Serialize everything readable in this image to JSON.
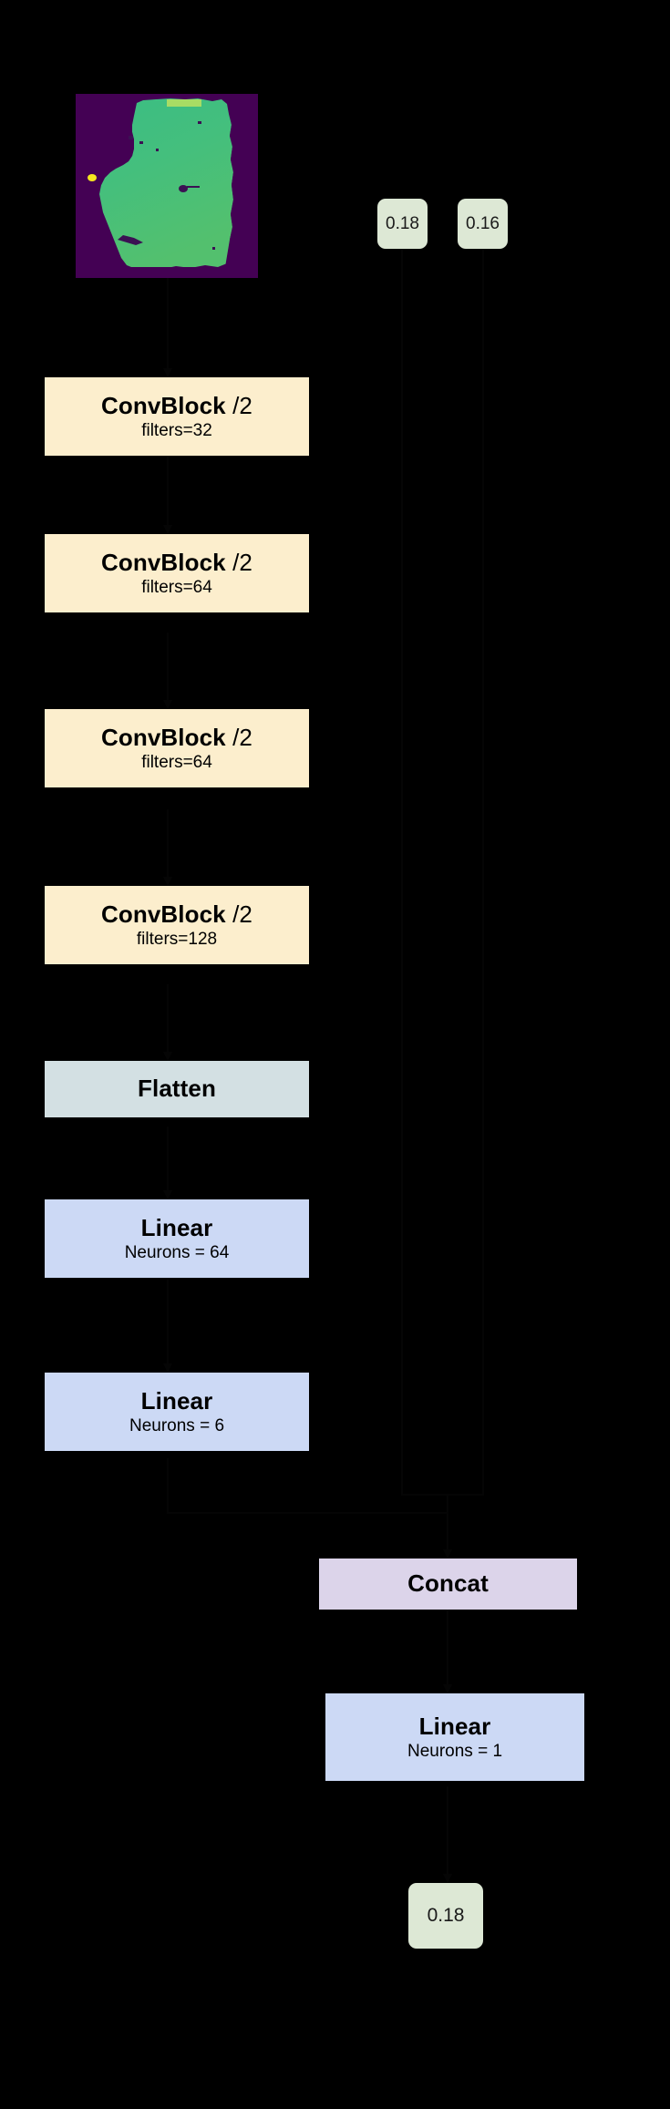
{
  "diagram": {
    "title": "CNN regression network with scalar feature concatenation",
    "background_color": "#000000",
    "colors": {
      "convblock": "#fceecd",
      "flatten": "#d3e0e3",
      "linear": "#ccd9f5",
      "concat": "#dcd4ea",
      "scalar_chip": "#dde8d5",
      "text": "#000000",
      "image_background": "#440154",
      "image_blob": "#3fb97e",
      "image_highlight": "#a8dc64",
      "image_accent": "#f5e61f"
    }
  },
  "input_image": {
    "name": "depth-map-input",
    "colormap": "viridis",
    "description": "viridis depth map of an irregular green object on a dark purple background"
  },
  "scalar_inputs": [
    {
      "name": "scalar-input-1",
      "value": "0.18"
    },
    {
      "name": "scalar-input-2",
      "value": "0.16"
    }
  ],
  "cnn_branch": [
    {
      "name": "convblock-1",
      "title": "ConvBlock",
      "stride": "/2",
      "subtitle": "filters=32",
      "type": "convblock"
    },
    {
      "name": "convblock-2",
      "title": "ConvBlock",
      "stride": "/2",
      "subtitle": "filters=64",
      "type": "convblock"
    },
    {
      "name": "convblock-3",
      "title": "ConvBlock",
      "stride": "/2",
      "subtitle": "filters=64",
      "type": "convblock"
    },
    {
      "name": "convblock-4",
      "title": "ConvBlock",
      "stride": "/2",
      "subtitle": "filters=128",
      "type": "convblock"
    },
    {
      "name": "flatten",
      "title": "Flatten",
      "stride": "",
      "subtitle": "",
      "type": "flatten"
    },
    {
      "name": "linear-64",
      "title": "Linear",
      "stride": "",
      "subtitle": "Neurons = 64",
      "type": "linear"
    },
    {
      "name": "linear-6",
      "title": "Linear",
      "stride": "",
      "subtitle": "Neurons = 6",
      "type": "linear"
    }
  ],
  "merge_branch": [
    {
      "name": "concat",
      "title": "Concat",
      "subtitle": "",
      "type": "concat"
    },
    {
      "name": "linear-1",
      "title": "Linear",
      "subtitle": "Neurons = 1",
      "type": "linear"
    }
  ],
  "output": {
    "name": "prediction-output",
    "value": "0.18"
  }
}
